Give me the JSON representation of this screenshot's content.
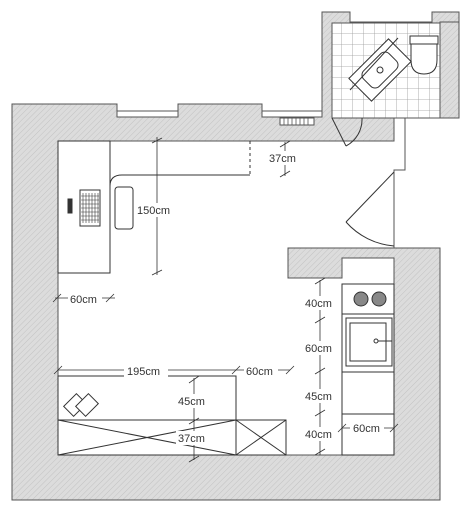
{
  "labels": {
    "d_37_top": "37cm",
    "d_150": "150cm",
    "d_60_left": "60cm",
    "d_195": "195cm",
    "d_60_bed": "60cm",
    "d_45_bed": "45cm",
    "d_37_bed": "37cm",
    "d_40_top": "40cm",
    "d_60_mid": "60cm",
    "d_45_right": "45cm",
    "d_40_bottom": "40cm",
    "d_60_right": "60cm"
  },
  "colors": {
    "wall_fill": "#d9d9d9",
    "wall_hatch": "#b5b5b5",
    "line": "#333333",
    "tile": "#9a9a9a"
  }
}
